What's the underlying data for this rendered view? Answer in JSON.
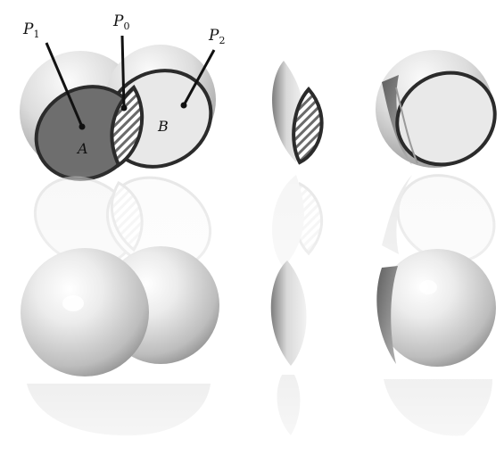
{
  "labels": {
    "p1": {
      "main": "P",
      "sub": "1"
    },
    "p0": {
      "main": "P",
      "sub": "0"
    },
    "p2": {
      "main": "P",
      "sub": "2"
    },
    "region_a": "A",
    "region_b": "B"
  },
  "colors": {
    "sphere_light": "#f4f4f4",
    "sphere_mid": "#c9c9c9",
    "sphere_dark": "#8a8a8a",
    "face_a": "#6e6e6e",
    "face_b": "#e6e6e6",
    "outline": "#2b2b2b",
    "hatch": "#555555"
  }
}
